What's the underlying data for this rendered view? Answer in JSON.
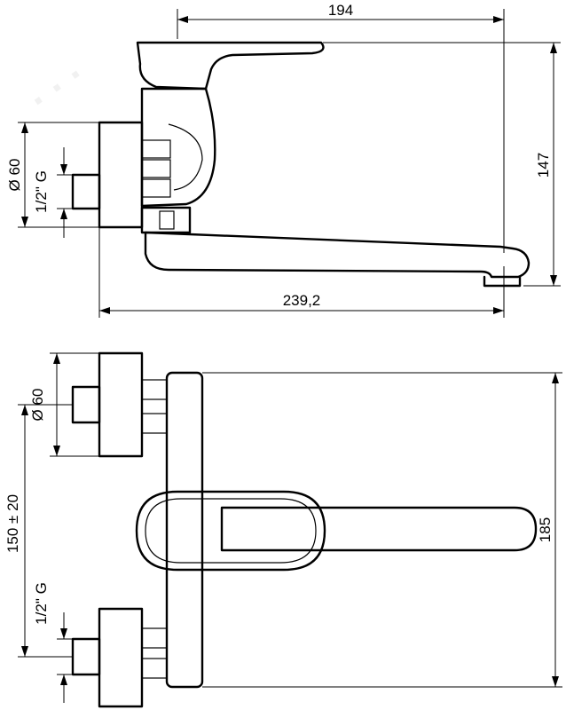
{
  "dimensions": {
    "top_width": "194",
    "top_height": "147",
    "top_length": "239,2",
    "top_diameter": "Ø 60",
    "top_thread": "1/2\" G",
    "bottom_diameter": "Ø 60",
    "bottom_spacing": "150 ± 20",
    "bottom_thread": "1/2\" G",
    "bottom_height": "185"
  }
}
